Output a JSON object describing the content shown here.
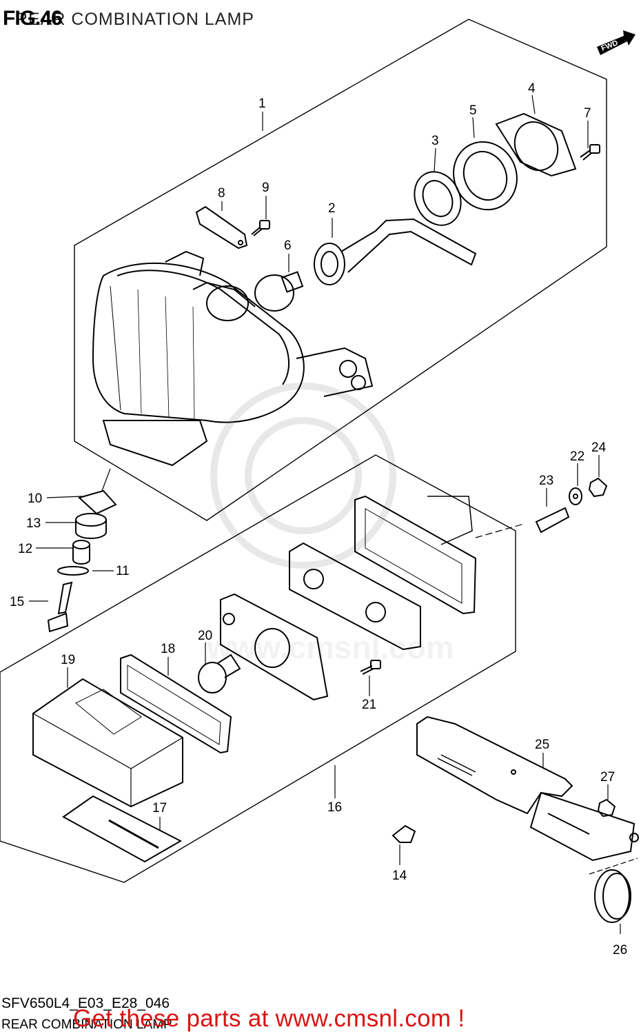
{
  "header": {
    "fig_no": "FIG.46",
    "title": "REAR COMBINATION LAMP",
    "fwd_label": "FWD"
  },
  "watermark": {
    "text": "www.cmsnl.com"
  },
  "footer": {
    "code": "SFV650L4_E03_E28_046",
    "subtitle": "REAR COMBINATION LAMP",
    "promo": "Get these parts at www.cmsnl.com !"
  },
  "callouts": [
    "1",
    "2",
    "3",
    "4",
    "5",
    "6",
    "7",
    "8",
    "9",
    "10",
    "11",
    "12",
    "13",
    "14",
    "15",
    "16",
    "17",
    "18",
    "19",
    "20",
    "21",
    "22",
    "23",
    "24",
    "25",
    "26",
    "27"
  ],
  "colors": {
    "line": "#000000",
    "promo": "#d81313",
    "watermark": "#e6e6e6"
  }
}
